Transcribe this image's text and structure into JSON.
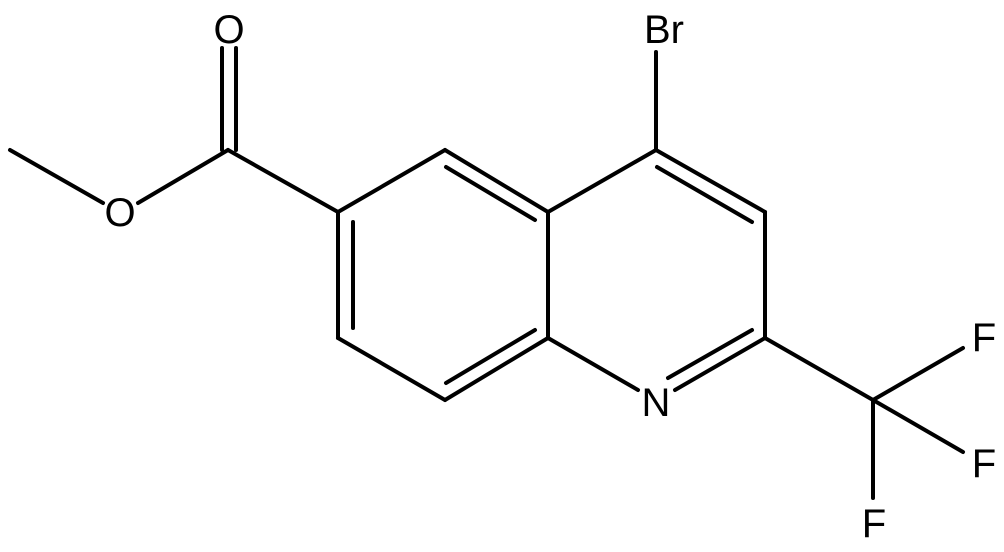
{
  "molecule": {
    "atoms": {
      "O_carbonyl": "O",
      "O_ester": "O",
      "Br": "Br",
      "N": "N",
      "F1": "F",
      "F2": "F",
      "F3": "F"
    }
  }
}
